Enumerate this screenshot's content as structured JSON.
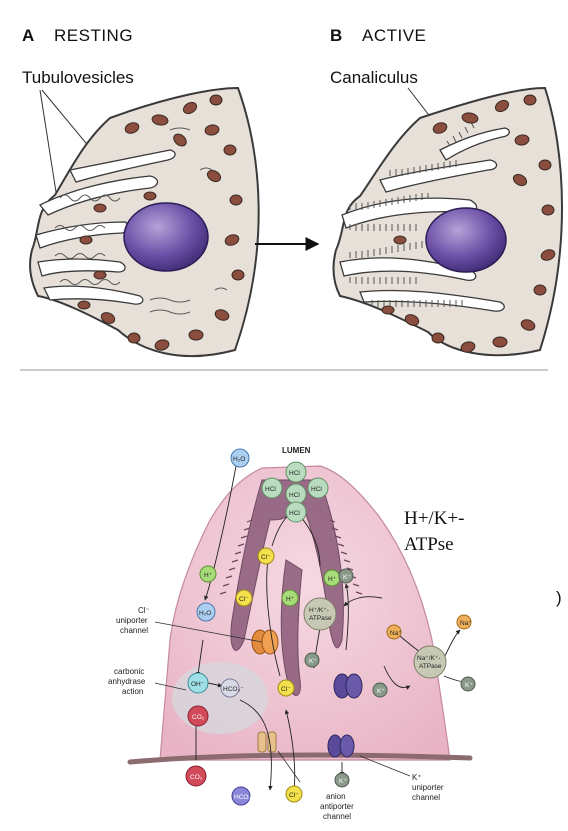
{
  "panelA": {
    "letter": "A",
    "title": "RESTING",
    "callout": "Tubulovesicles"
  },
  "panelB": {
    "letter": "B",
    "title": "ACTIVE",
    "callout": "Canaliculus"
  },
  "bottom": {
    "partial_letter": ")",
    "lumen": "LUMEN",
    "atpase_note_line1": "H+/K+-",
    "atpase_note_line2": "ATPse",
    "labels": {
      "cl_uniporter_1": "Cl⁻",
      "cl_uniporter_2": "uniporter",
      "cl_uniporter_3": "channel",
      "carbonic_1": "carbonic",
      "carbonic_2": "anhydrase",
      "carbonic_3": "action",
      "k_uniporter_1": "K⁺",
      "k_uniporter_2": "uniporter",
      "k_uniporter_3": "channel",
      "anion_1": "anion",
      "anion_2": "antiporter",
      "anion_3": "channel"
    },
    "ions": {
      "h2o_top": "H₂O",
      "hcl_1": "HCl",
      "hcl_2": "HCl",
      "hcl_3": "HCl",
      "hcl_4": "HCl",
      "hcl_5": "HCl",
      "cl_1": "Cl⁻",
      "cl_2": "Cl⁻",
      "cl_3": "Cl⁻",
      "cl_4": "Cl⁻",
      "h_1": "H⁺",
      "h_2": "H⁺",
      "h_3": "H⁺",
      "h2o_mid": "H₂O",
      "hk_atpase_1": "H⁺/K⁺-",
      "hk_atpase_2": "ATPase",
      "oh": "OH⁻",
      "hco3_in": "HCO₃⁻",
      "co2_in": "CO₂",
      "co2_out": "CO₂",
      "hco3_out": "HCO₃⁻",
      "k_1": "K⁺",
      "k_2": "K⁺",
      "k_3": "K⁺",
      "k_4": "K⁺",
      "k_5": "K⁺",
      "na_in": "Na⁺",
      "na_out": "Na⁺",
      "nak_atpase_1": "Na⁺/K⁺-",
      "nak_atpase_2": "ATPase"
    }
  }
}
